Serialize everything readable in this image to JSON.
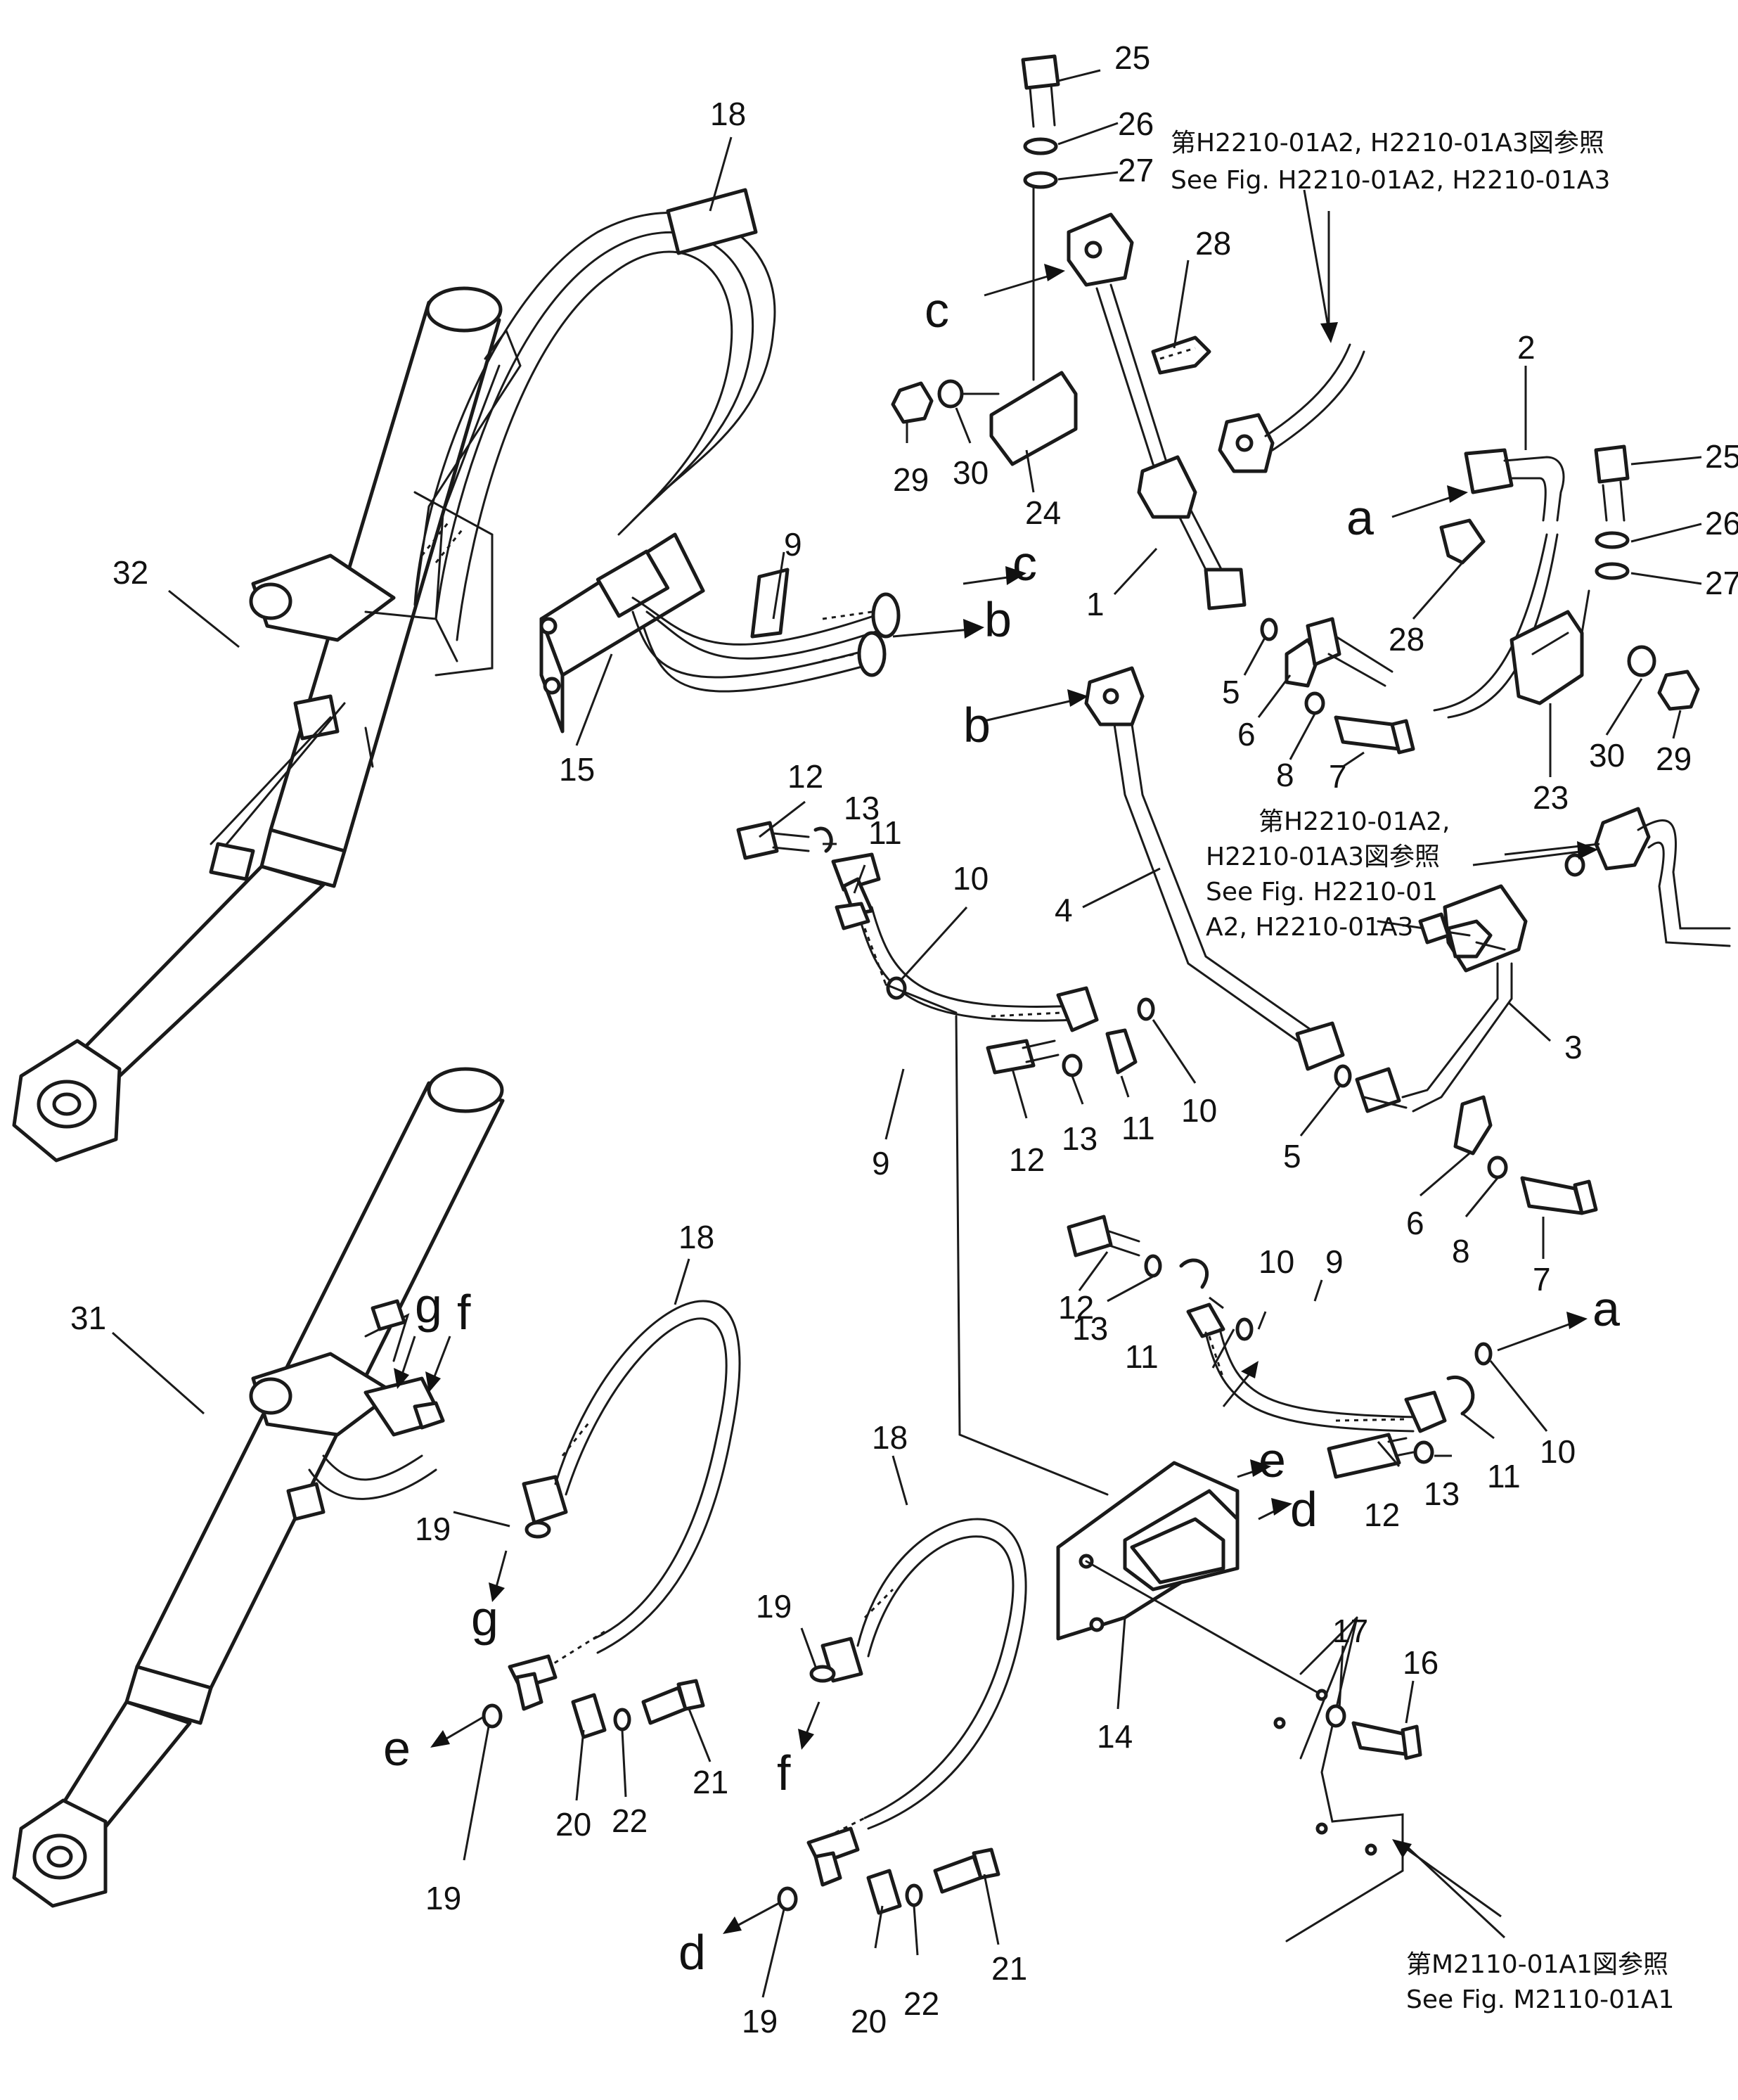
{
  "references": {
    "top_jp": "第H2210-01A2, H2210-01A3図参照",
    "top_en": "See Fig. H2210-01A2, H2210-01A3",
    "mid_jp_1": "第H2210-01A2,",
    "mid_jp_2": "H2210-01A3図参照",
    "mid_en_1": "See Fig. H2210-01",
    "mid_en_2": "A2, H2210-01A3",
    "bottom_jp": "第M2110-01A1図参照",
    "bottom_en": "See Fig. M2110-01A1"
  },
  "callouts": [
    {
      "id": "c25a",
      "text": "25"
    },
    {
      "id": "c26a",
      "text": "26"
    },
    {
      "id": "c27a",
      "text": "27"
    },
    {
      "id": "c18a",
      "text": "18"
    },
    {
      "id": "c28a",
      "text": "28"
    },
    {
      "id": "c29a",
      "text": "29"
    },
    {
      "id": "c30a",
      "text": "30"
    },
    {
      "id": "c24",
      "text": "24"
    },
    {
      "id": "c9a",
      "text": "9"
    },
    {
      "id": "c1",
      "text": "1"
    },
    {
      "id": "c2",
      "text": "2"
    },
    {
      "id": "c25b",
      "text": "25"
    },
    {
      "id": "c26b",
      "text": "26"
    },
    {
      "id": "c27b",
      "text": "27"
    },
    {
      "id": "c28b",
      "text": "28"
    },
    {
      "id": "c32",
      "text": "32"
    },
    {
      "id": "c15",
      "text": "15"
    },
    {
      "id": "c5a",
      "text": "5"
    },
    {
      "id": "c6a",
      "text": "6"
    },
    {
      "id": "c8a",
      "text": "8"
    },
    {
      "id": "c7a",
      "text": "7"
    },
    {
      "id": "c23",
      "text": "23"
    },
    {
      "id": "c30b",
      "text": "30"
    },
    {
      "id": "c29b",
      "text": "29"
    },
    {
      "id": "c12a",
      "text": "12"
    },
    {
      "id": "c13a",
      "text": "13"
    },
    {
      "id": "c11a",
      "text": "11"
    },
    {
      "id": "c10a",
      "text": "10"
    },
    {
      "id": "c4",
      "text": "4"
    },
    {
      "id": "c3",
      "text": "3"
    },
    {
      "id": "c9b",
      "text": "9"
    },
    {
      "id": "c12b",
      "text": "12"
    },
    {
      "id": "c13b",
      "text": "13"
    },
    {
      "id": "c11b",
      "text": "11"
    },
    {
      "id": "c10b",
      "text": "10"
    },
    {
      "id": "c5b",
      "text": "5"
    },
    {
      "id": "c6b",
      "text": "6"
    },
    {
      "id": "c8b",
      "text": "8"
    },
    {
      "id": "c7b",
      "text": "7"
    },
    {
      "id": "c12c",
      "text": "12"
    },
    {
      "id": "c13c",
      "text": "13"
    },
    {
      "id": "c10c",
      "text": "10"
    },
    {
      "id": "c9c",
      "text": "9"
    },
    {
      "id": "c11c",
      "text": "11"
    },
    {
      "id": "c12d",
      "text": "12"
    },
    {
      "id": "c13d",
      "text": "13"
    },
    {
      "id": "c11d",
      "text": "11"
    },
    {
      "id": "c10d",
      "text": "10"
    },
    {
      "id": "c18b",
      "text": "18"
    },
    {
      "id": "c31",
      "text": "31"
    },
    {
      "id": "c19a",
      "text": "19"
    },
    {
      "id": "c18c",
      "text": "18"
    },
    {
      "id": "c19b",
      "text": "19"
    },
    {
      "id": "c17",
      "text": "17"
    },
    {
      "id": "c16",
      "text": "16"
    },
    {
      "id": "c14",
      "text": "14"
    },
    {
      "id": "c21a",
      "text": "21"
    },
    {
      "id": "c20a",
      "text": "20"
    },
    {
      "id": "c22a",
      "text": "22"
    },
    {
      "id": "c19c",
      "text": "19"
    },
    {
      "id": "c21b",
      "text": "21"
    },
    {
      "id": "c19d",
      "text": "19"
    },
    {
      "id": "c20b",
      "text": "20"
    },
    {
      "id": "c22b",
      "text": "22"
    }
  ],
  "connection_letters": [
    {
      "id": "L_c1",
      "text": "c"
    },
    {
      "id": "L_c2",
      "text": "c"
    },
    {
      "id": "L_b1",
      "text": "b"
    },
    {
      "id": "L_b2",
      "text": "b"
    },
    {
      "id": "L_a1",
      "text": "a"
    },
    {
      "id": "L_a2",
      "text": "a"
    },
    {
      "id": "L_g1",
      "text": "g"
    },
    {
      "id": "L_f1",
      "text": "f"
    },
    {
      "id": "L_g2",
      "text": "g"
    },
    {
      "id": "L_e1",
      "text": "e"
    },
    {
      "id": "L_e2",
      "text": "e"
    },
    {
      "id": "L_d1",
      "text": "d"
    },
    {
      "id": "L_f2",
      "text": "f"
    },
    {
      "id": "L_d2",
      "text": "d"
    }
  ]
}
